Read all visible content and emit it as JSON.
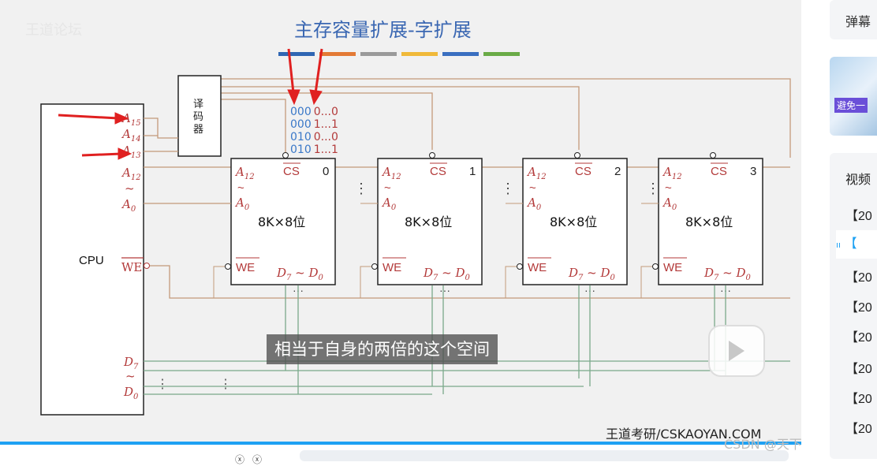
{
  "slide": {
    "title": "主存容量扩展-字扩展",
    "watermark": "王道论坛",
    "decoder_label": [
      "译",
      "码",
      "器"
    ],
    "cpu_label": "CPU",
    "cpu_addr_pins": [
      "A",
      "A",
      "A",
      "A",
      "A"
    ],
    "cpu_pin_subs": [
      "15",
      "14",
      "13",
      "12",
      "0"
    ],
    "tilde": "~",
    "we_label": "WE",
    "cpu_data_top": "D",
    "cpu_data_top_sub": "7",
    "cpu_data_bottom": "D",
    "cpu_data_bottom_sub": "0",
    "bin_rows": [
      {
        "a": "000",
        "b": "0...0"
      },
      {
        "a": "000",
        "b": "1...1"
      },
      {
        "a": "010",
        "b": "0...0"
      },
      {
        "a": "010",
        "b": "1...1"
      }
    ],
    "chips": [
      {
        "index": "0",
        "size": "8K×8位"
      },
      {
        "index": "1",
        "size": "8K×8位"
      },
      {
        "index": "2",
        "size": "8K×8位"
      },
      {
        "index": "3",
        "size": "8K×8位"
      }
    ],
    "chip_cs": "CS",
    "chip_we": "WE",
    "chip_a12": "A",
    "chip_a12_sub": "12",
    "chip_a0": "A",
    "chip_a0_sub": "0",
    "chip_data": "D",
    "chip_data_sub1": "7",
    "chip_data_mid": " ~ ",
    "chip_data_sub2": "0",
    "color_bars": [
      "#2f66b3",
      "#e37a35",
      "#9a9a9a",
      "#f0b93a",
      "#3a6fc0",
      "#6aab47"
    ],
    "subtitle": "相当于自身的两倍的这个空间",
    "brand": "王道考研/CSKAOYAN.COM",
    "csdn": "CSDN @天下<*+*>"
  },
  "sidebar": {
    "danmu": "弹幕",
    "video_list_title": "视频",
    "thumb_text": "避免一",
    "items": [
      "【20",
      "【",
      "【20",
      "【20",
      "【20",
      "【20",
      "【20",
      "【20"
    ]
  },
  "colors": {
    "red_text": "#b33a3a",
    "wire": "#c49a7a",
    "green_wire": "#7aa88a",
    "accent": "#1ea1f3",
    "blue_bits": "#3a78c8"
  }
}
